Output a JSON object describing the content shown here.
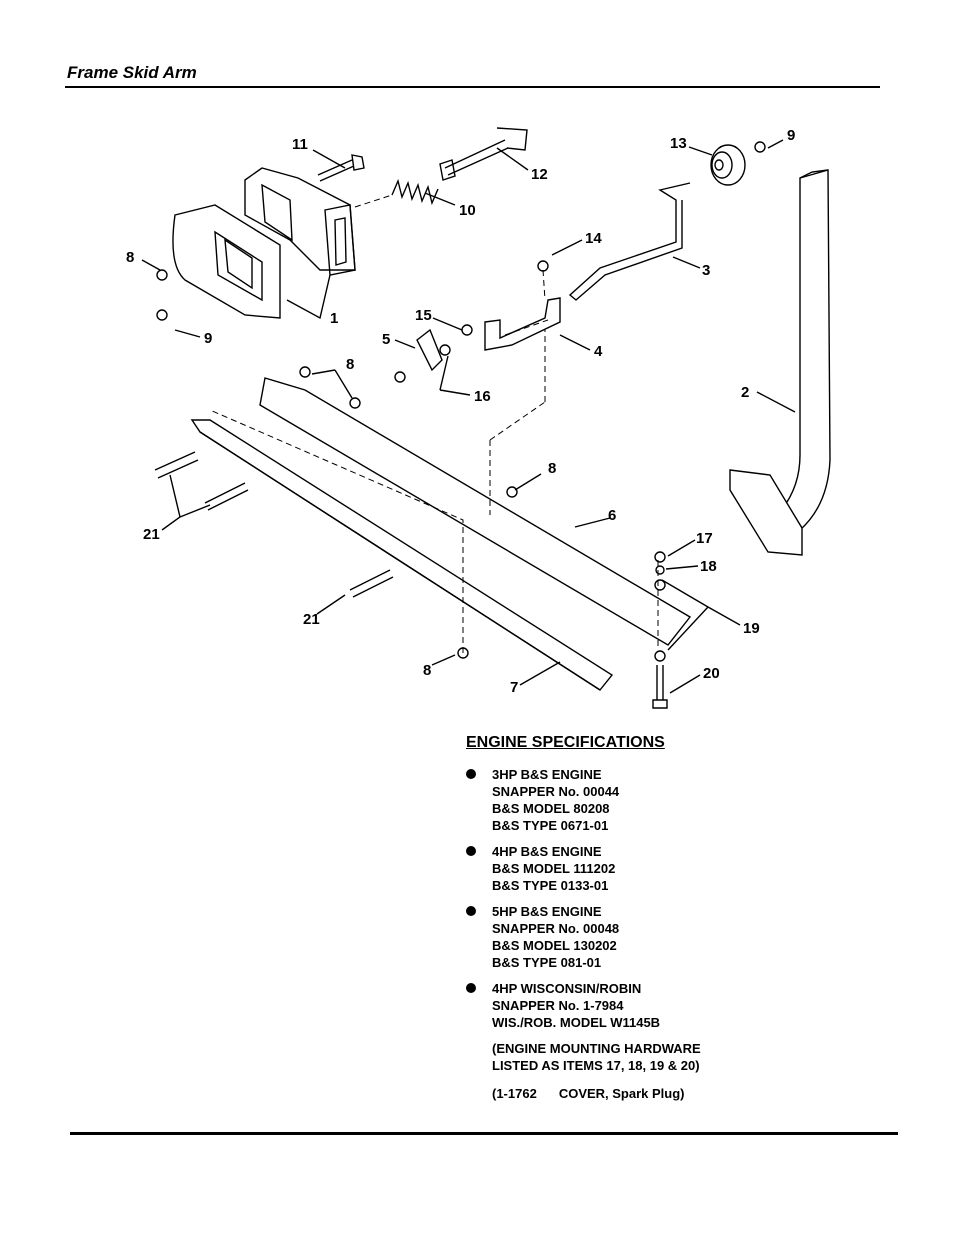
{
  "header": {
    "title": "Frame Skid Arm"
  },
  "callouts": [
    {
      "id": "c11a",
      "label": "11"
    },
    {
      "id": "c12",
      "label": "12"
    },
    {
      "id": "c10",
      "label": "10"
    },
    {
      "id": "c13",
      "label": "13"
    },
    {
      "id": "c9a",
      "label": "9"
    },
    {
      "id": "c14",
      "label": "14"
    },
    {
      "id": "c3",
      "label": "3"
    },
    {
      "id": "c8a",
      "label": "8"
    },
    {
      "id": "c1",
      "label": "1"
    },
    {
      "id": "c9b",
      "label": "9"
    },
    {
      "id": "c15",
      "label": "15"
    },
    {
      "id": "c5",
      "label": "5"
    },
    {
      "id": "c4",
      "label": "4"
    },
    {
      "id": "c8b",
      "label": "8"
    },
    {
      "id": "c16",
      "label": "16"
    },
    {
      "id": "c2",
      "label": "2"
    },
    {
      "id": "c8c",
      "label": "8"
    },
    {
      "id": "c6",
      "label": "6"
    },
    {
      "id": "c21a",
      "label": "21"
    },
    {
      "id": "c17",
      "label": "17"
    },
    {
      "id": "c18",
      "label": "18"
    },
    {
      "id": "c21b",
      "label": "21"
    },
    {
      "id": "c19",
      "label": "19"
    },
    {
      "id": "c8d",
      "label": "8"
    },
    {
      "id": "c7",
      "label": "7"
    },
    {
      "id": "c20",
      "label": "20"
    }
  ],
  "specs": {
    "title": "ENGINE SPECIFICATIONS",
    "items": [
      {
        "lines": [
          "3HP B&S ENGINE",
          "SNAPPER No. 00044",
          "B&S MODEL 80208",
          "B&S TYPE 0671-01"
        ]
      },
      {
        "lines": [
          "4HP B&S ENGINE",
          "B&S MODEL 111202",
          "B&S TYPE 0133-01"
        ]
      },
      {
        "lines": [
          "5HP B&S ENGINE",
          "SNAPPER No. 00048",
          "B&S MODEL 130202",
          "B&S TYPE 081-01"
        ]
      },
      {
        "lines": [
          "4HP WISCONSIN/ROBIN",
          "SNAPPER No. 1-7984",
          "WIS./ROB. MODEL W1145B"
        ]
      }
    ],
    "note_lines": [
      "(ENGINE MOUNTING HARDWARE",
      "LISTED AS ITEMS 17, 18, 19 & 20)"
    ],
    "cover": {
      "part": "(1-1762",
      "desc": "COVER, Spark Plug)"
    }
  }
}
